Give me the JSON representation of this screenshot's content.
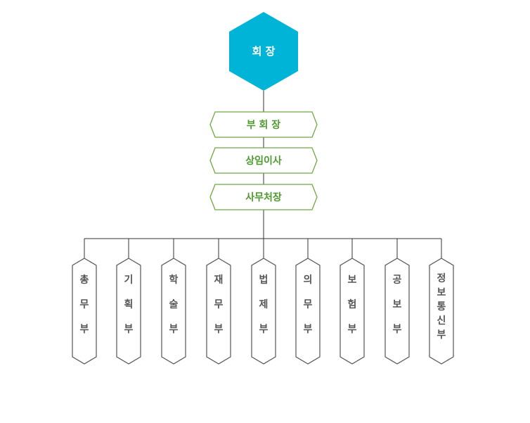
{
  "top": {
    "label": "회 장",
    "fill": "#00B4D8",
    "text_color": "#ffffff"
  },
  "tiers": [
    {
      "label": "부 회 장"
    },
    {
      "label": "상임이사"
    },
    {
      "label": "사무처장"
    }
  ],
  "tier_style": {
    "stroke": "#6FA842",
    "text_color": "#4E9A2E"
  },
  "departments": [
    {
      "label": "총무부",
      "chars": [
        "총",
        "무",
        "부"
      ]
    },
    {
      "label": "기획부",
      "chars": [
        "기",
        "획",
        "부"
      ]
    },
    {
      "label": "학술부",
      "chars": [
        "학",
        "술",
        "부"
      ]
    },
    {
      "label": "재무부",
      "chars": [
        "재",
        "무",
        "부"
      ]
    },
    {
      "label": "법제부",
      "chars": [
        "법",
        "제",
        "부"
      ]
    },
    {
      "label": "의무부",
      "chars": [
        "의",
        "무",
        "부"
      ]
    },
    {
      "label": "보험부",
      "chars": [
        "보",
        "험",
        "부"
      ]
    },
    {
      "label": "공보부",
      "chars": [
        "공",
        "보",
        "부"
      ]
    },
    {
      "label": "정보통신부",
      "chars": [
        "정",
        "보",
        "통",
        "신",
        "부"
      ]
    }
  ],
  "dept_style": {
    "stroke": "#555555",
    "text_color": "#555555"
  },
  "line_color": "#333333"
}
